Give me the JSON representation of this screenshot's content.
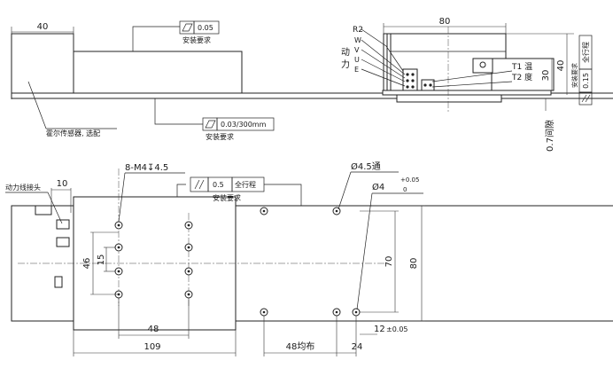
{
  "front_view": {
    "dim_40": "40",
    "flatness_value": "0.05",
    "flatness_note": "安装要求",
    "parallel_value": "0.03/300mm",
    "parallel_note": "安装要求",
    "hall_sensor_label": "霍尔传感器, 选配"
  },
  "side_view": {
    "dim_80": "80",
    "dim_30": "30",
    "dim_40": "40",
    "label_r2": "R2",
    "label_w": "W",
    "label_v": "V",
    "label_u": "U",
    "label_e": "E",
    "power_char_1": "动",
    "power_char_2": "力",
    "label_t1": "T1 温",
    "label_t2": "T2 度",
    "parallel_value": "0.15",
    "parallel_range": "全行程",
    "parallel_note": "安装要求",
    "gap_label": "0.7间隙"
  },
  "top_view": {
    "power_connector": "动力线接头",
    "dim_10": "10",
    "holes_callout": "8-M4↧4.5",
    "parallel_value": "0.5",
    "parallel_range": "全行程",
    "parallel_note": "安装要求",
    "through_hole": "Ø4.5通",
    "pin_hole": "Ø4",
    "pin_tol_upper": "+0.05",
    "pin_tol_lower": "0",
    "dim_46": "46",
    "dim_15": "15",
    "dim_70": "70",
    "dim_80": "80",
    "dim_48": "48",
    "dim_109": "109",
    "dim_48_pitch": "48均布",
    "dim_24": "24",
    "dim_12": "12",
    "dim_12_tol": "±0.05"
  }
}
